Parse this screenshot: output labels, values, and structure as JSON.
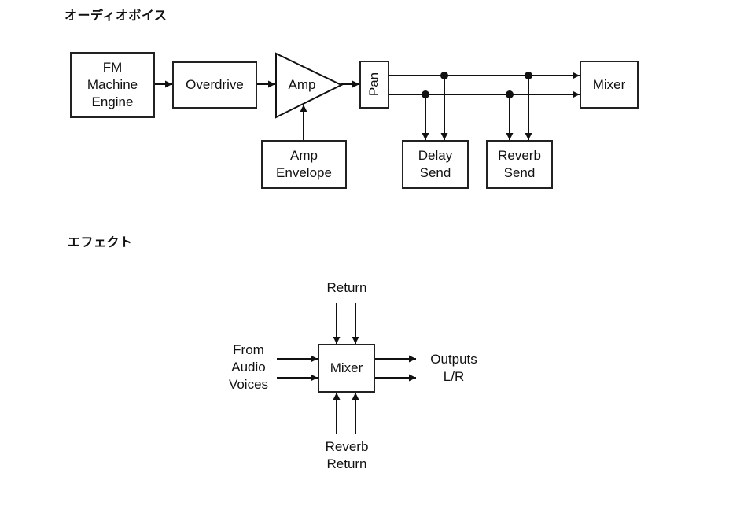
{
  "audio_voice": {
    "heading": "オーディオボイス",
    "fm_engine": [
      "FM",
      "Machine",
      "Engine"
    ],
    "overdrive": "Overdrive",
    "amp": "Amp",
    "amp_envelope": [
      "Amp",
      "Envelope"
    ],
    "pan": "Pan",
    "delay_send": [
      "Delay",
      "Send"
    ],
    "reverb_send": [
      "Reverb",
      "Send"
    ],
    "mixer": "Mixer"
  },
  "effects": {
    "heading": "エフェクト",
    "mixer": "Mixer",
    "return": "Return",
    "from_audio_voices": [
      "From",
      "Audio",
      "Voices"
    ],
    "outputs": [
      "Outputs",
      "L/R"
    ],
    "reverb_return": [
      "Reverb",
      "Return"
    ]
  }
}
